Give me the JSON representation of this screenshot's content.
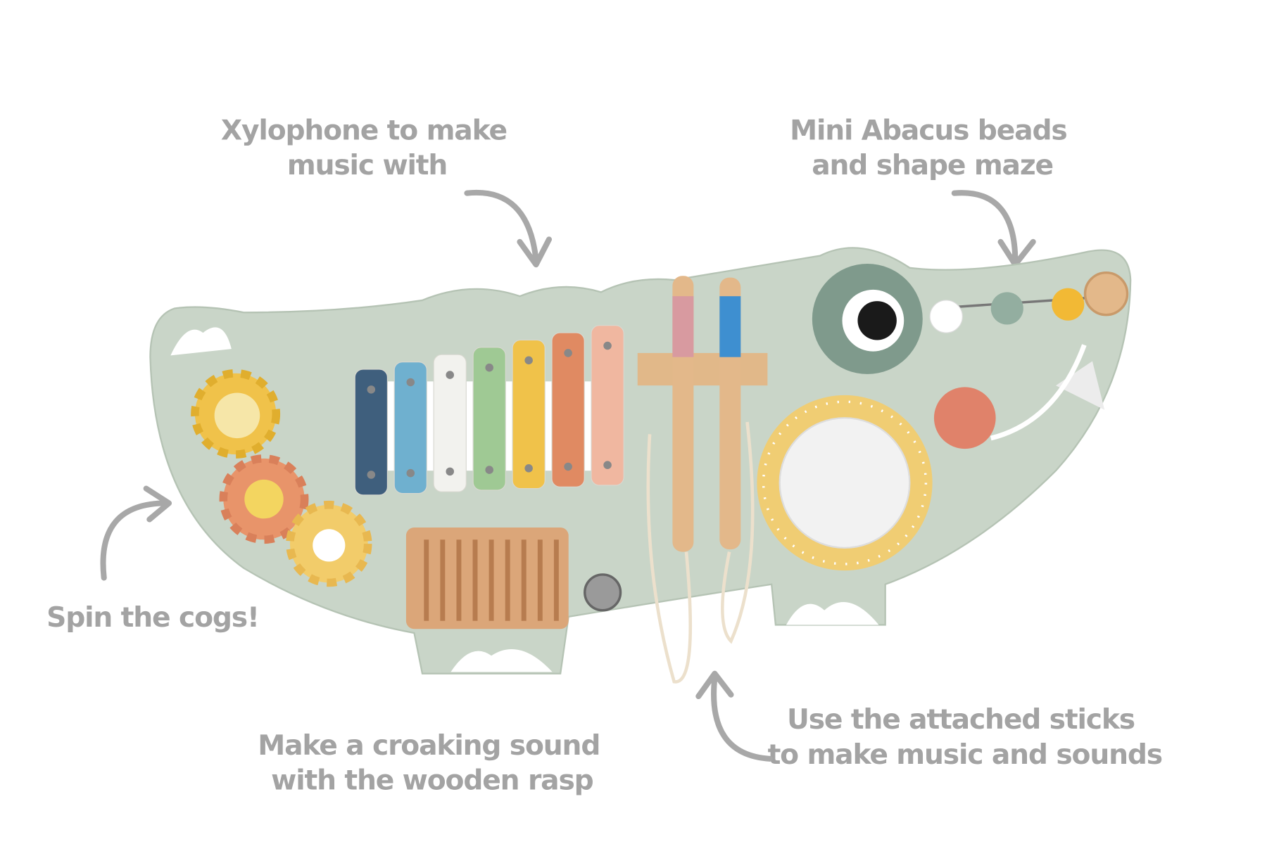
{
  "callouts": {
    "xylophone": [
      "Xylophone to make",
      "music with"
    ],
    "abacus": [
      "Mini Abacus beads",
      "and shape maze"
    ],
    "cogs": [
      "Spin the cogs!"
    ],
    "rasp": [
      "Make a croaking sound",
      "with the wooden rasp"
    ],
    "sticks": [
      "Use the attached sticks",
      "to make music and sounds"
    ]
  },
  "colors": {
    "board": "#c9d5c8",
    "board_dark": "#93aea0",
    "label_gray": "#a3a3a3",
    "xylophone_bars": [
      "#3f5f7d",
      "#6fb0cf",
      "#f2f2ee",
      "#9fc994",
      "#f0c24a",
      "#e08a62",
      "#f0b7a0"
    ]
  }
}
